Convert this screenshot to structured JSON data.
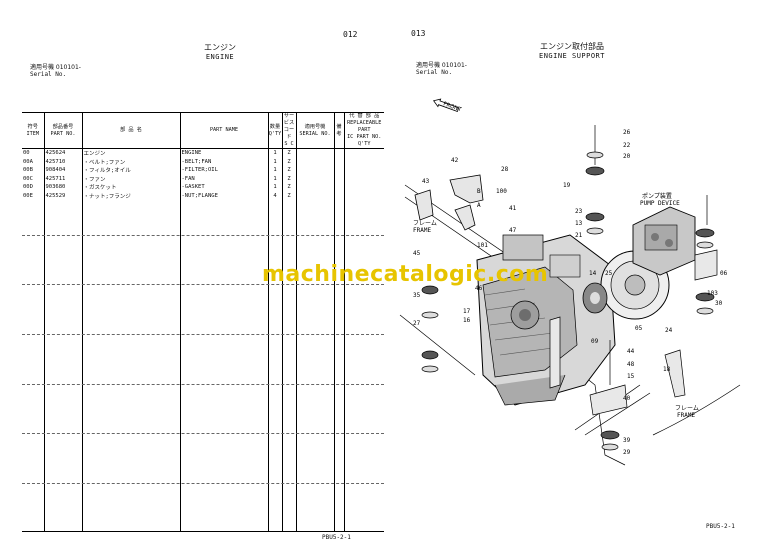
{
  "left_page": {
    "page_number": "012",
    "title_jp": "エンジン",
    "title_en": "ENGINE",
    "serial_jp": "適用号機 010101-",
    "serial_en": "Serial No.",
    "footer": "PBU5-2-1",
    "headers": {
      "item_jp": "符号",
      "item_en": "ITEM",
      "partno_jp": "部品番号",
      "partno_en": "PART NO.",
      "partname_jp": "部 品 名",
      "partname_en": "PART NAME",
      "qty_jp": "数量",
      "qty_en": "Q'TY",
      "sc_jp": "サービス コード",
      "sc_en": "S C",
      "serial_jp": "適用号機",
      "serial_en": "SERIAL NO.",
      "rem": "備考",
      "repl_jp": "代 替 部 品",
      "repl_en": "REPLACEABLE PART",
      "repl_ic": "IC",
      "repl_pn": "PART NO.",
      "repl_qty": "Q'TY"
    },
    "rows": [
      {
        "item": "00",
        "part_no": "425624",
        "name_jp": "エンジン",
        "name_en": "ENGINE",
        "qty": "1",
        "sc": "Z"
      },
      {
        "item": "00A",
        "part_no": "425710",
        "name_jp": "・ベルト;ファン",
        "name_en": "-BELT;FAN",
        "qty": "1",
        "sc": "Z"
      },
      {
        "item": "00B",
        "part_no": "908404",
        "name_jp": "・フィルタ;オイル",
        "name_en": "-FILTER;OIL",
        "qty": "1",
        "sc": "Z"
      },
      {
        "item": "00C",
        "part_no": "425711",
        "name_jp": "・ファン",
        "name_en": "-FAN",
        "qty": "1",
        "sc": "Z"
      },
      {
        "item": "00D",
        "part_no": "903680",
        "name_jp": "・ガスケット",
        "name_en": "-GASKET",
        "qty": "1",
        "sc": "Z"
      },
      {
        "item": "00E",
        "part_no": "425529",
        "name_jp": "・ナット;フランジ",
        "name_en": "-NUT;FLANGE",
        "qty": "4",
        "sc": "Z"
      }
    ]
  },
  "right_page": {
    "page_number": "013",
    "title_jp": "エンジン取付部品",
    "title_en": "ENGINE SUPPORT",
    "serial_jp": "適用号機 010101-",
    "serial_en": "Serial No.",
    "footer": "PBU5-2-1",
    "front_label": "FRONT",
    "frame_jp": "フレーム",
    "frame_en": "FRAME",
    "frame2_jp": "フレーム",
    "frame2_en": "FRAME",
    "pump_jp": "ポンプ装置",
    "pump_en": "PUMP DEVICE",
    "callouts": [
      "26",
      "22",
      "20",
      "42",
      "28",
      "19",
      "100",
      "43",
      "B",
      "A",
      "41",
      "47",
      "101",
      "23",
      "13",
      "21",
      "17",
      "16",
      "46",
      "14",
      "25",
      "05",
      "09",
      "44",
      "15",
      "24",
      "30",
      "06",
      "18",
      "48",
      "103",
      "40",
      "39",
      "29",
      "45",
      "35",
      "27"
    ]
  },
  "watermark": "machinecatalogic.com"
}
